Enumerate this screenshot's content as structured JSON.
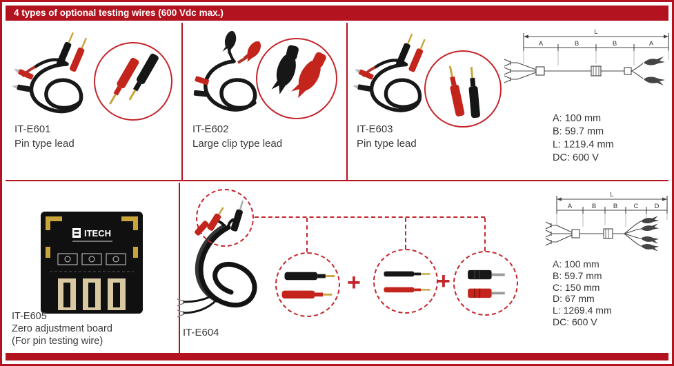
{
  "colors": {
    "brand_red": "#b2131f",
    "accent_red": "#c4252b"
  },
  "header": {
    "title": "4 types of optional testing wires (600 Vdc max.)"
  },
  "products": {
    "e601": {
      "model": "IT-E601",
      "desc": "Pin type lead"
    },
    "e602": {
      "model": "IT-E602",
      "desc": "Large clip type lead"
    },
    "e603": {
      "model": "IT-E603",
      "desc": "Pin type lead"
    },
    "e604": {
      "model": "IT-E604"
    },
    "e605": {
      "model": "IT-E605",
      "desc_line1": "Zero adjustment board",
      "desc_line2": "(For pin testing wire)"
    }
  },
  "board": {
    "logo": "ITECH"
  },
  "diagram_top": {
    "overall": "L",
    "segments": [
      "A",
      "B",
      "B",
      "A"
    ]
  },
  "diagram_bottom": {
    "overall": "L",
    "segments": [
      "A",
      "B",
      "B",
      "C",
      "D"
    ]
  },
  "specs_top": {
    "lines": [
      "A: 100 mm",
      "B: 59.7 mm",
      "L: 1219.4 mm",
      "DC: 600 V"
    ]
  },
  "specs_bottom": {
    "lines": [
      "A: 100 mm",
      "B: 59.7 mm",
      "C: 150 mm",
      "D: 67 mm",
      "L: 1269.4 mm",
      "DC: 600 V"
    ]
  },
  "misc": {
    "plus": "+"
  }
}
